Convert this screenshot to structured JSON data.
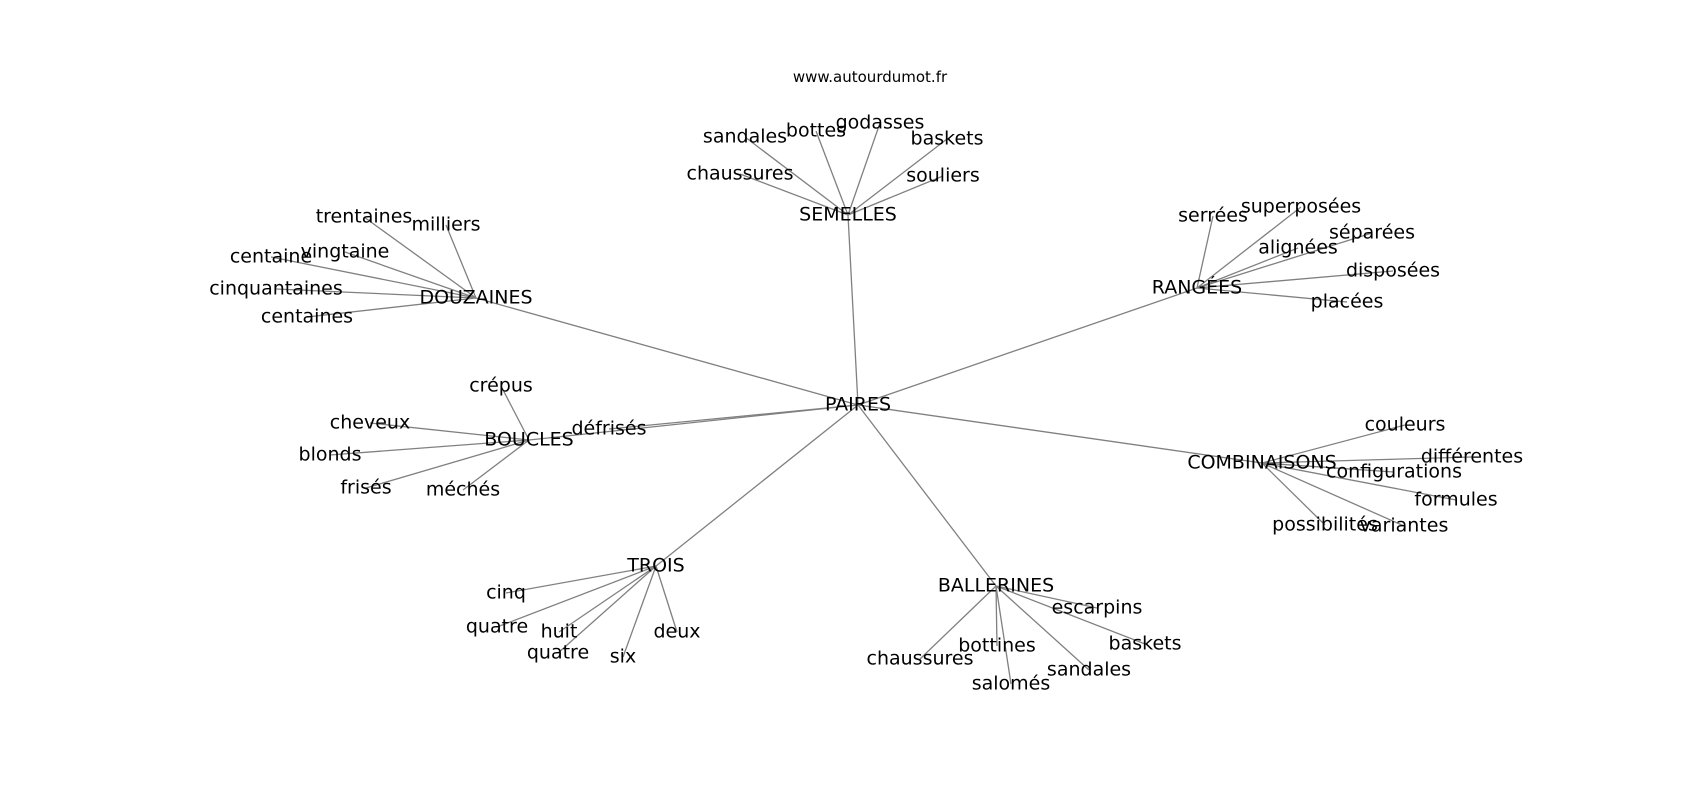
{
  "watermark": "www.autourdumot.fr",
  "colors": {
    "edge": "#808080",
    "text": "#000000",
    "background": "#ffffff"
  },
  "graph": {
    "center": "PAIRES",
    "clusters": [
      {
        "hub": "SEMELLES",
        "leaves": [
          "sandales",
          "bottes",
          "godasses",
          "baskets",
          "chaussures",
          "souliers"
        ]
      },
      {
        "hub": "DOUZAINES",
        "leaves": [
          "trentaines",
          "milliers",
          "centaine",
          "vingtaine",
          "cinquantaines",
          "centaines"
        ]
      },
      {
        "hub": "RANGÉES",
        "leaves": [
          "serrées",
          "superposées",
          "séparées",
          "alignées",
          "disposées",
          "placées"
        ]
      },
      {
        "hub": "BOUCLES",
        "leaves": [
          "crépus",
          "cheveux",
          "blonds",
          "frisés",
          "méchés"
        ]
      },
      {
        "hub": "défrisés",
        "leaves": []
      },
      {
        "hub": "COMBINAISONS",
        "leaves": [
          "couleurs",
          "différentes",
          "configurations",
          "formules",
          "possibilités",
          "variantes"
        ]
      },
      {
        "hub": "TROIS",
        "leaves": [
          "cinq",
          "quatre",
          "huit",
          "quatre",
          "six",
          "deux"
        ]
      },
      {
        "hub": "BALLERINES",
        "leaves": [
          "escarpins",
          "baskets",
          "chaussures",
          "bottines",
          "sandales",
          "salomés"
        ]
      }
    ]
  }
}
